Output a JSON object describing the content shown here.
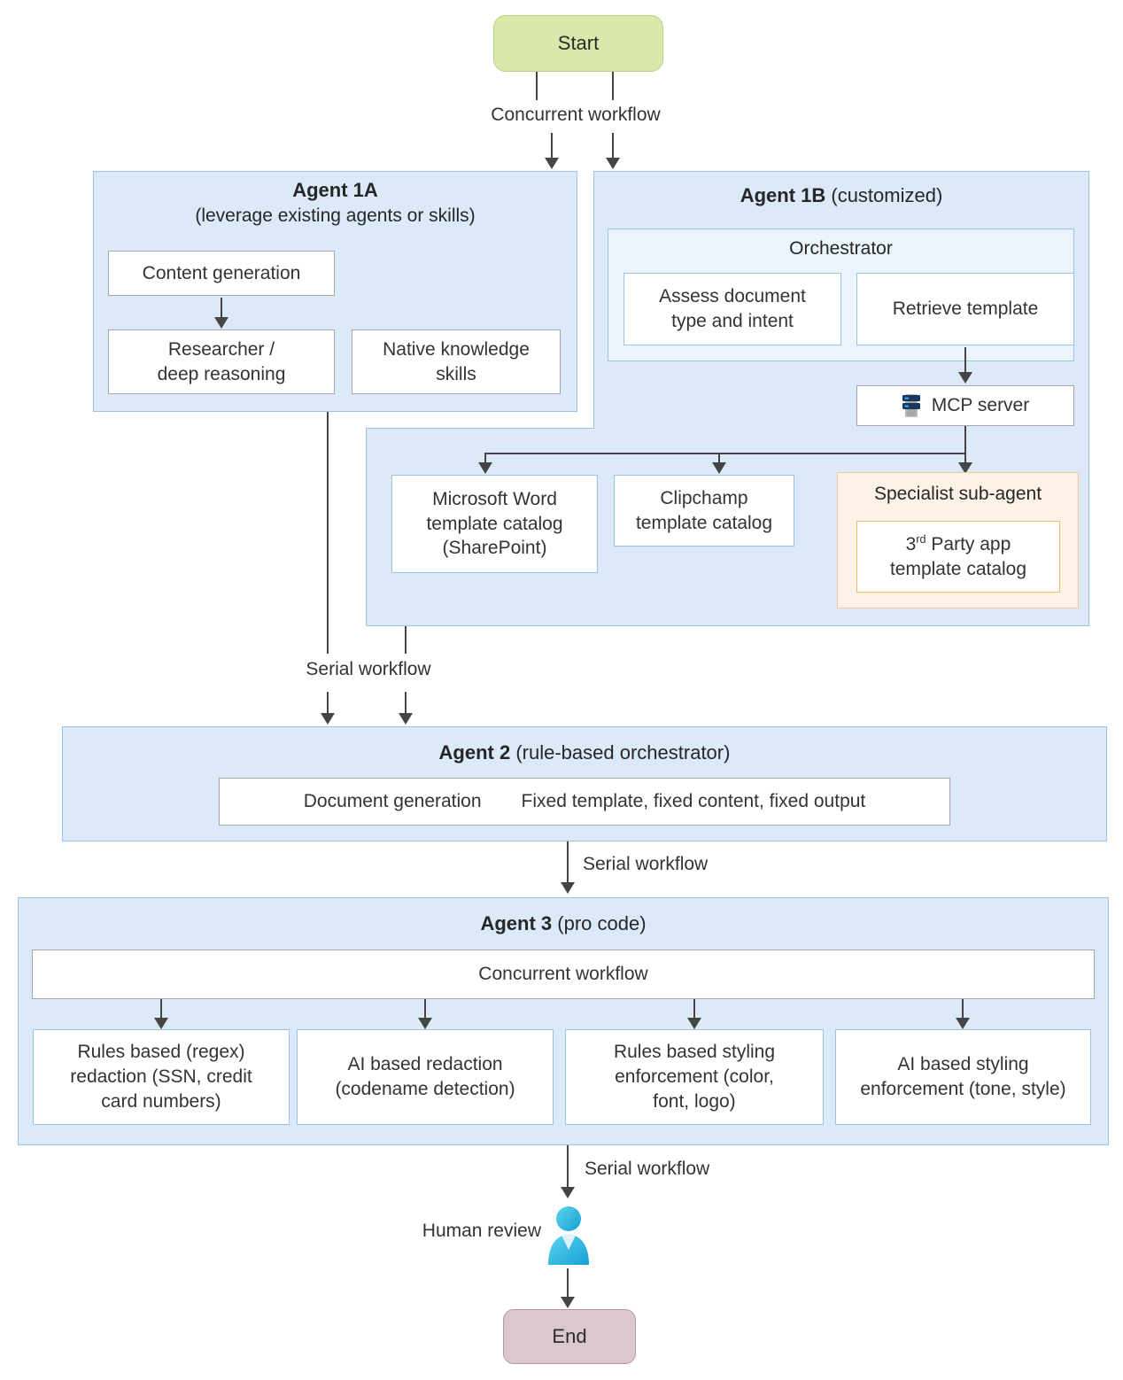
{
  "flow": {
    "start_label": "Start",
    "end_label": "End",
    "connectors": {
      "concurrent_top": "Concurrent workflow",
      "serial_1": "Serial workflow",
      "serial_2": "Serial workflow",
      "serial_3": "Serial workflow"
    },
    "human_review_label": "Human review",
    "agent1a": {
      "title": "Agent 1A",
      "subtitle": "(leverage existing agents or skills)",
      "content_generation": "Content generation",
      "researcher": "Researcher /\ndeep reasoning",
      "native_skills": "Native knowledge\nskills"
    },
    "agent1b": {
      "title": "Agent 1B",
      "subtitle": "(customized)",
      "orchestrator_title": "Orchestrator",
      "assess": "Assess document\ntype and intent",
      "retrieve": "Retrieve template",
      "mcp_server": "MCP server",
      "word_catalog": "Microsoft Word\ntemplate catalog\n(SharePoint)",
      "clipchamp_catalog": "Clipchamp\ntemplate catalog",
      "specialist_title": "Specialist sub-agent",
      "third_party": {
        "num": "3",
        "ord": "rd",
        "line1_rest": " Party app",
        "line2": "template catalog"
      }
    },
    "agent2": {
      "title": "Agent 2",
      "subtitle": "(rule-based orchestrator)",
      "document_generation": "Document generation",
      "fixed_text": "Fixed template, fixed content, fixed output"
    },
    "agent3": {
      "title": "Agent 3",
      "subtitle": "(pro code)",
      "concurrent": "Concurrent workflow",
      "tasks": [
        "Rules based (regex)\nredaction (SSN, credit\ncard numbers)",
        "AI based redaction\n(codename detection)",
        "Rules based styling\nenforcement (color,\nfont, logo)",
        "AI based styling\nenforcement (tone, style)"
      ]
    },
    "colors": {
      "container_fill": "#dbe9f9",
      "container_border": "#9cc3e5",
      "orchestrator_fill": "#ecf4fb",
      "specialist_fill": "#fdf2e7",
      "specialist_border": "#f5c99e",
      "gold_border": "#edbe6f",
      "start_fill": "#d9e9ab",
      "end_fill": "#dbc8cc",
      "arrow": "#454545",
      "person_icon": "#1ba8d5",
      "server_icon_bars": "#17375e"
    }
  }
}
